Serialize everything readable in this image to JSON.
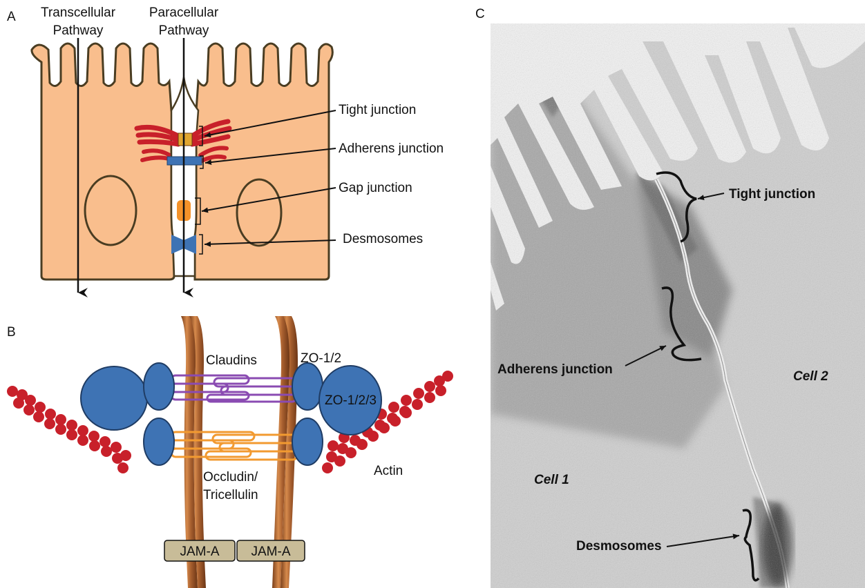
{
  "panel_a": {
    "letter": "A",
    "transcellular": [
      "Transcellular",
      "Pathway"
    ],
    "paracellular": [
      "Paracellular",
      "Pathway"
    ],
    "labels": {
      "tight": "Tight junction",
      "adherens": "Adherens junction",
      "gap": "Gap junction",
      "desmosomes": "Desmosomes"
    }
  },
  "panel_b": {
    "letter": "B",
    "claudins": "Claudins",
    "zo12": "ZO-1/2",
    "zo123": "ZO-1/2/3",
    "occludin": [
      "Occludin/",
      "Tricellulin"
    ],
    "actin": "Actin",
    "jam_left": "JAM-A",
    "jam_right": "JAM-A"
  },
  "panel_c": {
    "letter": "C",
    "tight": "Tight junction",
    "adherens": "Adherens junction",
    "desmosomes": "Desmosomes",
    "cell1": "Cell 1",
    "cell2": "Cell 2"
  },
  "colors": {
    "cell_fill": "#f9be8d",
    "cell_stroke": "#4a3d22",
    "actin": "#c8202a",
    "protein_blue": "#3e73b4",
    "claudin_purple": "#8a4bb2",
    "occludin_orange": "#f29a30",
    "gap_orange": "#f4922a",
    "jam_fill": "#c8bc98",
    "strand": "#a65e2e"
  }
}
